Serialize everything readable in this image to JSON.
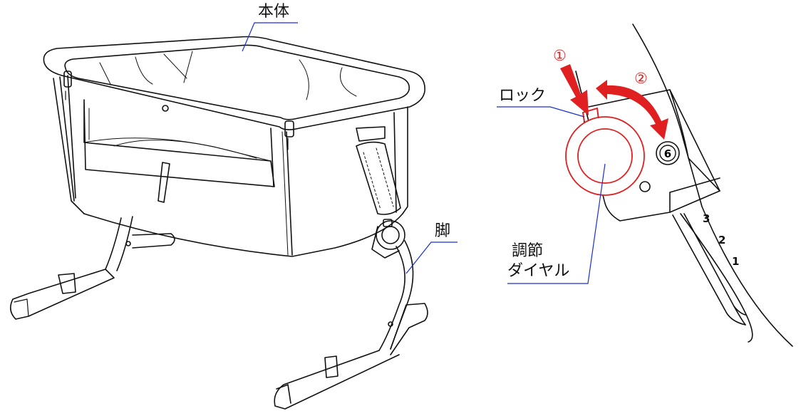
{
  "labels": {
    "body": "本体",
    "leg": "脚",
    "lock": "ロック",
    "dial_line1": "調節",
    "dial_line2": "ダイヤル"
  },
  "steps": {
    "step1": "①",
    "step2": "②"
  },
  "height_badge": "6",
  "scale_marks": [
    "3",
    "2",
    "1"
  ],
  "colors": {
    "outline": "#111111",
    "leader": "#1a2fd0",
    "highlight": "#e02020"
  }
}
